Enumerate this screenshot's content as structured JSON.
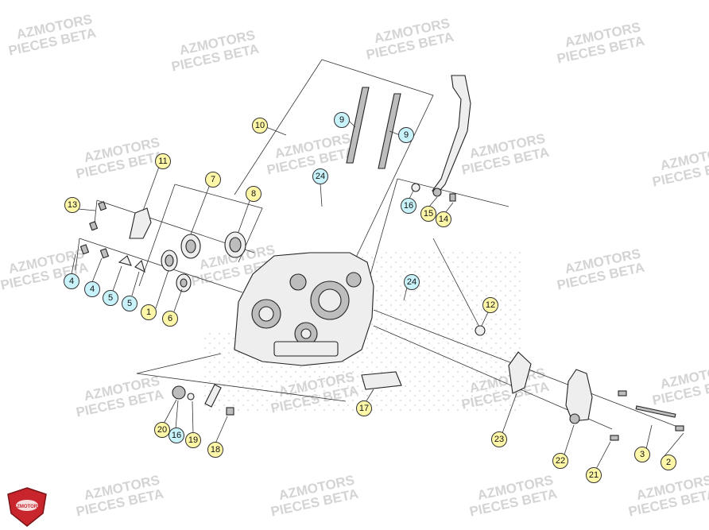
{
  "watermark": {
    "line1": "AZMOTORS",
    "line2": "PIECES BETA"
  },
  "logo": {
    "text": "AZMOTORS"
  },
  "colors": {
    "callout_primary": "#fff7a8",
    "callout_secondary": "#c9f3fb"
  },
  "callouts": [
    {
      "label": "1",
      "style": "yellow"
    },
    {
      "label": "2",
      "style": "yellow"
    },
    {
      "label": "3",
      "style": "yellow"
    },
    {
      "label": "4",
      "style": "cyan"
    },
    {
      "label": "4",
      "style": "cyan"
    },
    {
      "label": "5",
      "style": "cyan"
    },
    {
      "label": "5",
      "style": "cyan"
    },
    {
      "label": "6",
      "style": "yellow"
    },
    {
      "label": "7",
      "style": "yellow"
    },
    {
      "label": "8",
      "style": "yellow"
    },
    {
      "label": "9",
      "style": "cyan"
    },
    {
      "label": "9",
      "style": "cyan"
    },
    {
      "label": "10",
      "style": "yellow"
    },
    {
      "label": "11",
      "style": "yellow"
    },
    {
      "label": "12",
      "style": "yellow"
    },
    {
      "label": "13",
      "style": "yellow"
    },
    {
      "label": "14",
      "style": "yellow"
    },
    {
      "label": "15",
      "style": "yellow"
    },
    {
      "label": "16",
      "style": "cyan"
    },
    {
      "label": "16",
      "style": "cyan"
    },
    {
      "label": "17",
      "style": "yellow"
    },
    {
      "label": "18",
      "style": "yellow"
    },
    {
      "label": "19",
      "style": "yellow"
    },
    {
      "label": "20",
      "style": "yellow"
    },
    {
      "label": "21",
      "style": "yellow"
    },
    {
      "label": "22",
      "style": "yellow"
    },
    {
      "label": "23",
      "style": "yellow"
    },
    {
      "label": "24",
      "style": "cyan"
    },
    {
      "label": "24",
      "style": "cyan"
    }
  ]
}
